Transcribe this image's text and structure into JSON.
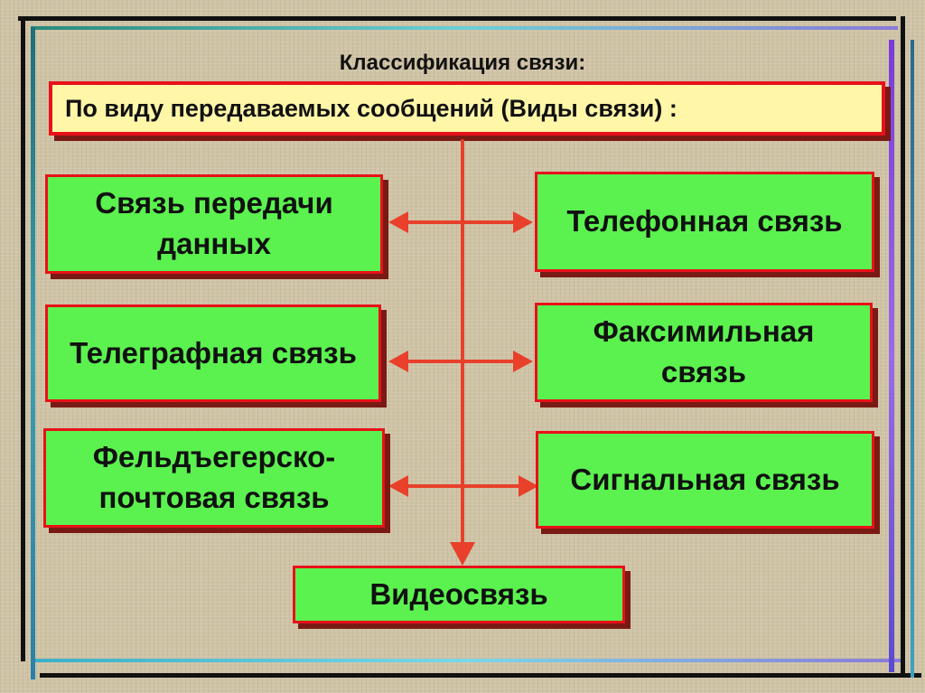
{
  "title": "Классификация связи:",
  "subtitle": "По виду передаваемых сообщений (Виды связи) :",
  "nodes": {
    "data_transfer": "Связь передачи данных",
    "telephone": "Телефонная связь",
    "telegraph": "Телеграфная связь",
    "facsimile": "Факсимильная связь",
    "courier_postal": "Фельдъегерско-почтовая связь",
    "signal": "Сигнальная связь",
    "video": "Видеосвязь"
  },
  "colors": {
    "box_fill": "#5bf24f",
    "box_border": "#e8111a",
    "header_fill": "#fff6a8",
    "arrow": "#e8402a",
    "background": "#cfc3a6"
  }
}
